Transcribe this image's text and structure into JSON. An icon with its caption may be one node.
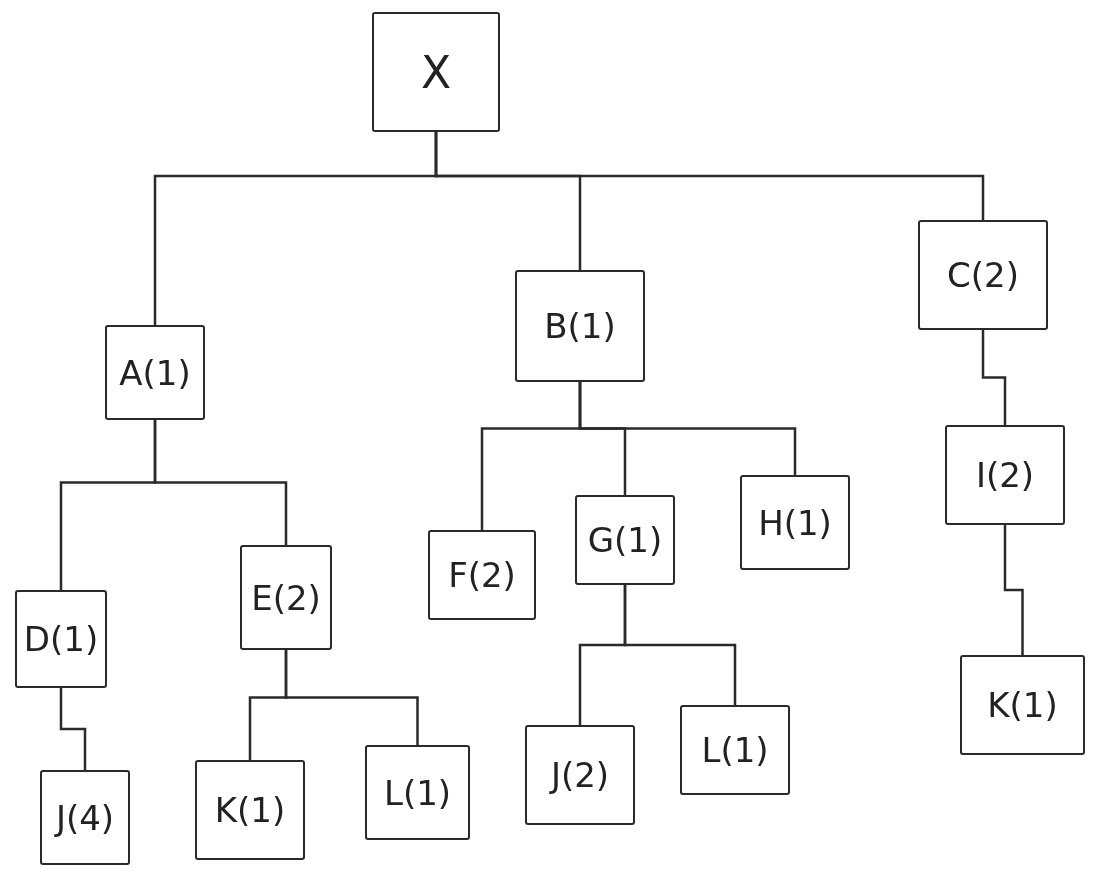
{
  "diagram": {
    "nodes": [
      {
        "text": [
          "X"
        ]
      },
      {
        "text": [
          "A(1)"
        ]
      },
      {
        "text": [
          "B(1)"
        ]
      },
      {
        "text": [
          "C(2)"
        ]
      },
      {
        "text": [
          "D(1)"
        ]
      },
      {
        "text": [
          "E(2)"
        ]
      },
      {
        "text": [
          "F(2)"
        ]
      },
      {
        "text": [
          "G(1)"
        ]
      },
      {
        "text": [
          "H(1)"
        ]
      },
      {
        "text": [
          "I(2)"
        ]
      },
      {
        "text": [
          "J(4)"
        ]
      },
      {
        "text": [
          "K(1)"
        ]
      },
      {
        "text": [
          "L(1)"
        ]
      },
      {
        "text": [
          "J(2)"
        ]
      },
      {
        "text": [
          "L(1)"
        ]
      },
      {
        "text": [
          "K(1)"
        ]
      }
    ],
    "edges": [
      {
        "from": 0,
        "to": 1,
        "arrow": "none"
      },
      {
        "from": 0,
        "to": 2,
        "arrow": "none"
      },
      {
        "from": 0,
        "to": 3,
        "arrow": "none"
      },
      {
        "from": 1,
        "to": 4,
        "arrow": "none"
      },
      {
        "from": 1,
        "to": 5,
        "arrow": "none"
      },
      {
        "from": 2,
        "to": 6,
        "arrow": "none"
      },
      {
        "from": 2,
        "to": 7,
        "arrow": "none"
      },
      {
        "from": 2,
        "to": 8,
        "arrow": "none"
      },
      {
        "from": 3,
        "to": 9,
        "arrow": "none"
      },
      {
        "from": 4,
        "to": 10,
        "arrow": "none"
      },
      {
        "from": 5,
        "to": 11,
        "arrow": "none"
      },
      {
        "from": 5,
        "to": 12,
        "arrow": "none"
      },
      {
        "from": 7,
        "to": 13,
        "arrow": "none"
      },
      {
        "from": 7,
        "to": 14,
        "arrow": "none"
      },
      {
        "from": 9,
        "to": 15,
        "arrow": "none"
      }
    ]
  }
}
